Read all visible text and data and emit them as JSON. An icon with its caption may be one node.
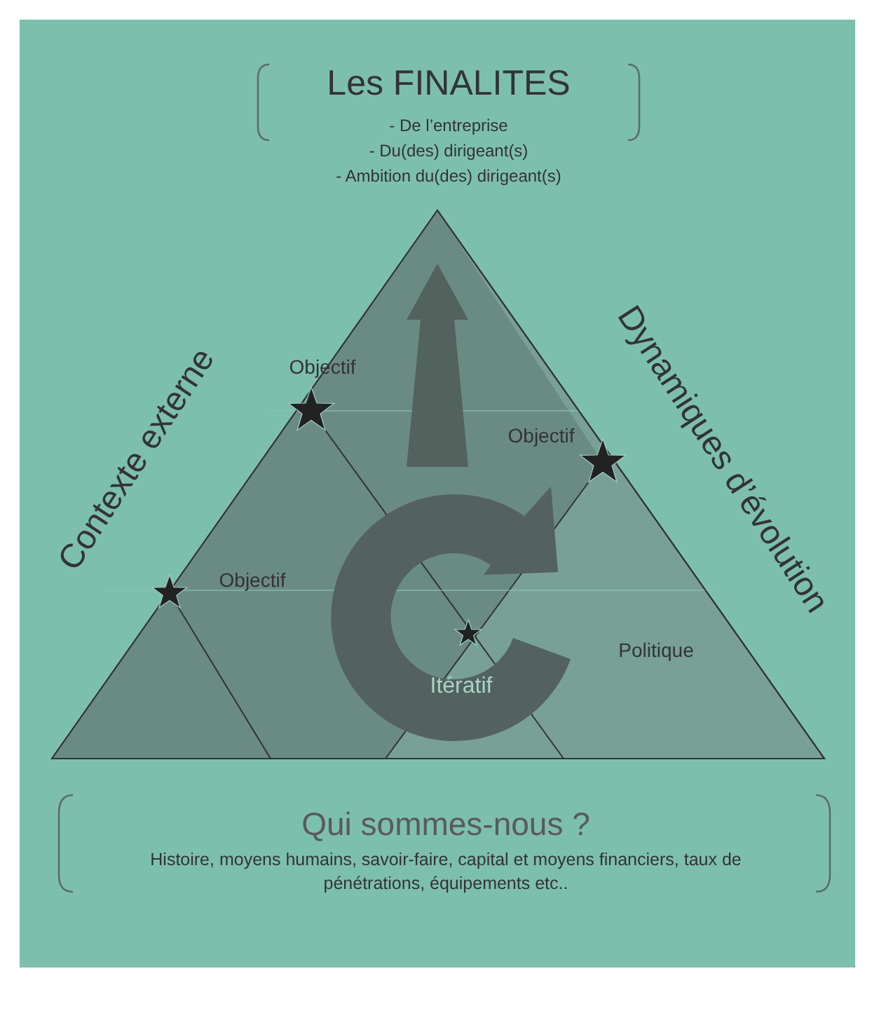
{
  "diagram": {
    "labels": [
      "Les FINALITES",
      "- De l’entreprise",
      "- Du(des) dirigeant(s)",
      "- Ambition du(des) dirigeant(s)",
      "Contexte externe",
      "Dynamiques d’évolution",
      "Objectif",
      "Objectif",
      "Objectif",
      "Politique",
      "Itératif",
      "Qui sommes-nous ?",
      "Histoire, moyens humains, savoir-faire, capital et moyens financiers, taux de pénétrations, équipements etc.."
    ]
  }
}
